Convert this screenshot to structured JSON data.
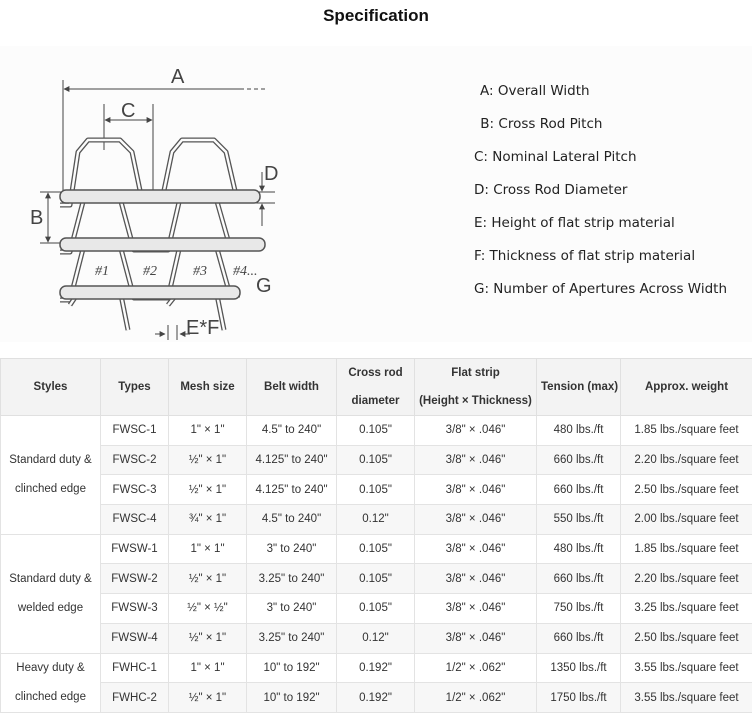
{
  "title": "Specification",
  "diagram": {
    "labels": [
      "A",
      "B",
      "C",
      "D",
      "G",
      "E*F"
    ],
    "apertures": [
      "#1",
      "#2",
      "#3",
      "#4..."
    ]
  },
  "legend": [
    "A: Overall Width",
    " B: Cross Rod Pitch",
    "C: Nominal Lateral Pitch",
    "D: Cross Rod Diameter",
    "E: Height of flat strip material",
    "F: Thickness of flat strip material",
    "G: Number of Apertures Across Width"
  ],
  "table": {
    "headers": [
      "Styles",
      "Types",
      "Mesh size",
      "Belt width",
      "Cross rod",
      "diameter",
      "Flat strip",
      "(Height × Thickness)",
      "Tension (max)",
      "Approx. weight"
    ],
    "groups": [
      {
        "style_lines": [
          "Standard duty &",
          "clinched edge"
        ],
        "rows": [
          [
            "FWSC-1",
            "1\" × 1\"",
            "4.5\" to 240\"",
            "0.105\"",
            "3/8\" × .046\"",
            "480 lbs./ft",
            "1.85 lbs./square feet"
          ],
          [
            "FWSC-2",
            "½\" × 1\"",
            "4.125\" to 240\"",
            "0.105\"",
            "3/8\" × .046\"",
            "660 lbs./ft",
            "2.20 lbs./square feet"
          ],
          [
            "FWSC-3",
            "½\" × 1\"",
            "4.125\" to 240\"",
            "0.105\"",
            "3/8\" × .046\"",
            "660 lbs./ft",
            "2.50 lbs./square feet"
          ],
          [
            "FWSC-4",
            "¾\" × 1\"",
            "4.5\" to 240\"",
            "0.12\"",
            "3/8\" × .046\"",
            "550 lbs./ft",
            "2.00 lbs./square feet"
          ]
        ]
      },
      {
        "style_lines": [
          "Standard duty &",
          "welded edge"
        ],
        "rows": [
          [
            "FWSW-1",
            "1\" × 1\"",
            "3\" to 240\"",
            "0.105\"",
            "3/8\" × .046\"",
            "480 lbs./ft",
            "1.85 lbs./square feet"
          ],
          [
            "FWSW-2",
            "½\" × 1\"",
            "3.25\" to 240\"",
            "0.105\"",
            "3/8\" × .046\"",
            "660 lbs./ft",
            "2.20 lbs./square feet"
          ],
          [
            "FWSW-3",
            "½\" × ½\"",
            "3\" to 240\"",
            "0.105\"",
            "3/8\" × .046\"",
            "750 lbs./ft",
            "3.25 lbs./square feet"
          ],
          [
            "FWSW-4",
            "½\" × 1\"",
            "3.25\" to 240\"",
            "0.12\"",
            "3/8\" × .046\"",
            "660 lbs./ft",
            "2.50 lbs./square feet"
          ]
        ]
      },
      {
        "style_lines": [
          "Heavy duty &",
          "clinched edge"
        ],
        "rows": [
          [
            "FWHC-1",
            "1\" × 1\"",
            "10\" to 192\"",
            "0.192\"",
            "1/2\" × .062\"",
            "1350 lbs./ft",
            "3.55 lbs./square feet"
          ],
          [
            "FWHC-2",
            "½\" × 1\"",
            "10\" to 192\"",
            "0.192\"",
            "1/2\" × .062\"",
            "1750 lbs./ft",
            "3.55 lbs./square feet"
          ]
        ]
      }
    ]
  }
}
